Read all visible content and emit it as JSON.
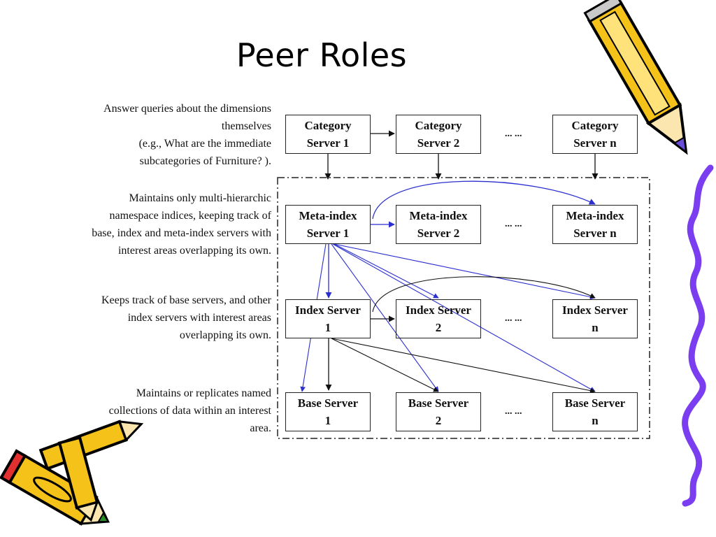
{
  "slide": {
    "title": "Peer Roles"
  },
  "descriptions": {
    "category": [
      "Answer queries about the dimensions",
      "themselves",
      "(e.g.,  What are the immediate ",
      "subcategories of Furniture?  )."
    ],
    "meta_index": [
      "Maintains only multi-hierarchic",
      "namespace indices, keeping track of",
      "base, index and meta-index servers with",
      "interest areas overlapping its own."
    ],
    "index": [
      "Keeps track of base servers, and other",
      "index servers with interest areas",
      "overlapping its own."
    ],
    "base": [
      "Maintains or replicates named",
      "collections of data within an interest",
      "area."
    ]
  },
  "nodes": {
    "category_1": [
      "Category",
      "Server 1"
    ],
    "category_2": [
      "Category",
      "Server 2"
    ],
    "category_n": [
      "Category",
      "Server n"
    ],
    "meta_1": [
      "Meta-index",
      "Server 1"
    ],
    "meta_2": [
      "Meta-index",
      "Server 2"
    ],
    "meta_n": [
      "Meta-index",
      "Server n"
    ],
    "index_1": [
      "Index Server",
      "1"
    ],
    "index_2": [
      "Index Server",
      "2"
    ],
    "index_n": [
      "Index Server",
      "n"
    ],
    "base_1": [
      "Base Server",
      "1"
    ],
    "base_2": [
      "Base Server",
      "2"
    ],
    "base_n": [
      "Base Server",
      "n"
    ]
  },
  "ellipsis": "... ...",
  "colors": {
    "blue_edge": "#2b2fd0",
    "black_edge": "#111111",
    "pencil_yellow": "#f5c21a",
    "squiggle": "#7b3df0"
  },
  "icons": [
    "pencil-icon",
    "pencils-icon",
    "squiggle-decoration"
  ]
}
